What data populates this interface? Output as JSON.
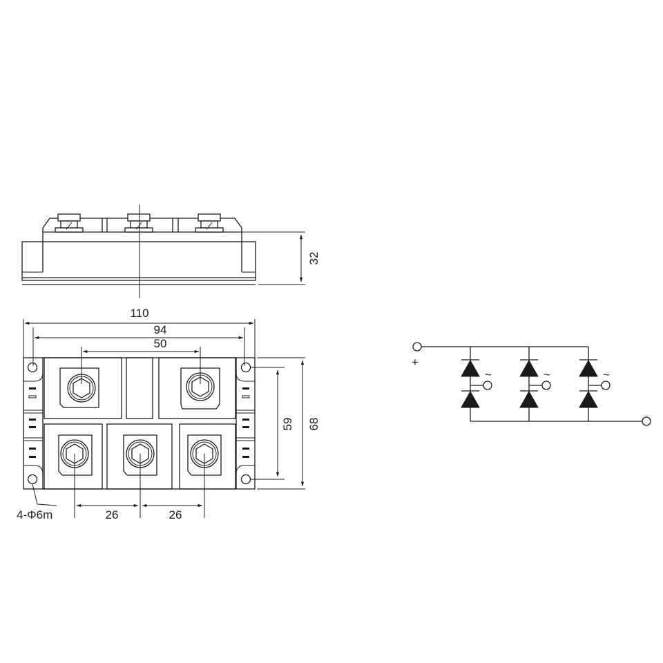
{
  "side_view": {
    "height_dim": "32"
  },
  "top_view": {
    "dims": {
      "overall_width": "110",
      "mount_hole_pitch": "94",
      "terminal_pitch_top": "50",
      "mount_hole_vertical": "59",
      "overall_depth": "68",
      "terminal_pitch_left": "26",
      "terminal_pitch_right": "26"
    },
    "mount_hole_callout": "4-Φ6m"
  },
  "schematic": {
    "positive_label": "+",
    "ac_label": "~",
    "phases": 3
  },
  "colors": {
    "line": "#1a1a1a",
    "background": "#ffffff"
  }
}
